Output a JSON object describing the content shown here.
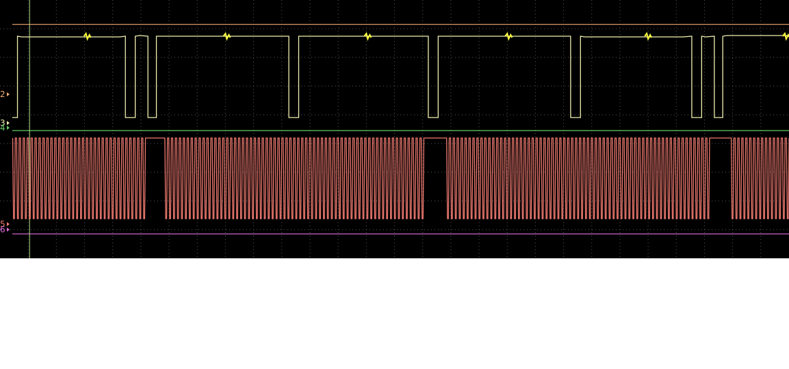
{
  "colors": {
    "background": "#000000",
    "grid": "#5a5a5a",
    "cursor": "#b8e08c",
    "ch1": "#f2f0b0",
    "ch2": "#f0a870",
    "ch3": "#f0f0b0",
    "ch4": "#66cc66",
    "ch5": "#f07a70",
    "ch6": "#e070e0"
  },
  "channels": [
    {
      "label": "2",
      "color_key": "ch2"
    },
    {
      "label": "3",
      "color_key": "ch3"
    },
    {
      "label": "4",
      "color_key": "ch4"
    },
    {
      "label": "5",
      "color_key": "ch5"
    },
    {
      "label": "6",
      "color_key": "ch6"
    }
  ],
  "chart_data": {
    "type": "line",
    "title": "",
    "xlabel": "",
    "ylabel": "",
    "grid": true,
    "divisions": {
      "x": 28,
      "y": 9
    },
    "series": [
      {
        "trace": "yellow",
        "note": "",
        "levels": [
          "high",
          "low"
        ],
        "low_pulses_x_div": [
          [
            4.45,
            4.8
          ],
          [
            5.25,
            5.55
          ],
          [
            10.25,
            10.6
          ],
          [
            15.2,
            15.55
          ],
          [
            20.25,
            20.6
          ],
          [
            24.55,
            24.9
          ],
          [
            25.35,
            25.65
          ]
        ],
        "glitch_x_div": [
          3.1,
          8.05,
          13.05,
          18.05,
          23.0,
          27.9
        ]
      },
      {
        "trace": "salmon",
        "levels": [
          "high",
          "low"
        ],
        "burst_x_div": [
          [
            0.45,
            5.15
          ],
          [
            5.85,
            15.05
          ],
          [
            15.85,
            25.2
          ],
          [
            25.95,
            28.1
          ]
        ],
        "approx_period_div": 0.14
      },
      {
        "trace": "flat-orange",
        "level_div": 0.85
      },
      {
        "trace": "flat-green",
        "level_div": 4.55
      },
      {
        "trace": "flat-magenta",
        "level_div": 8.15
      }
    ],
    "cursor_x_div": 1.05
  }
}
